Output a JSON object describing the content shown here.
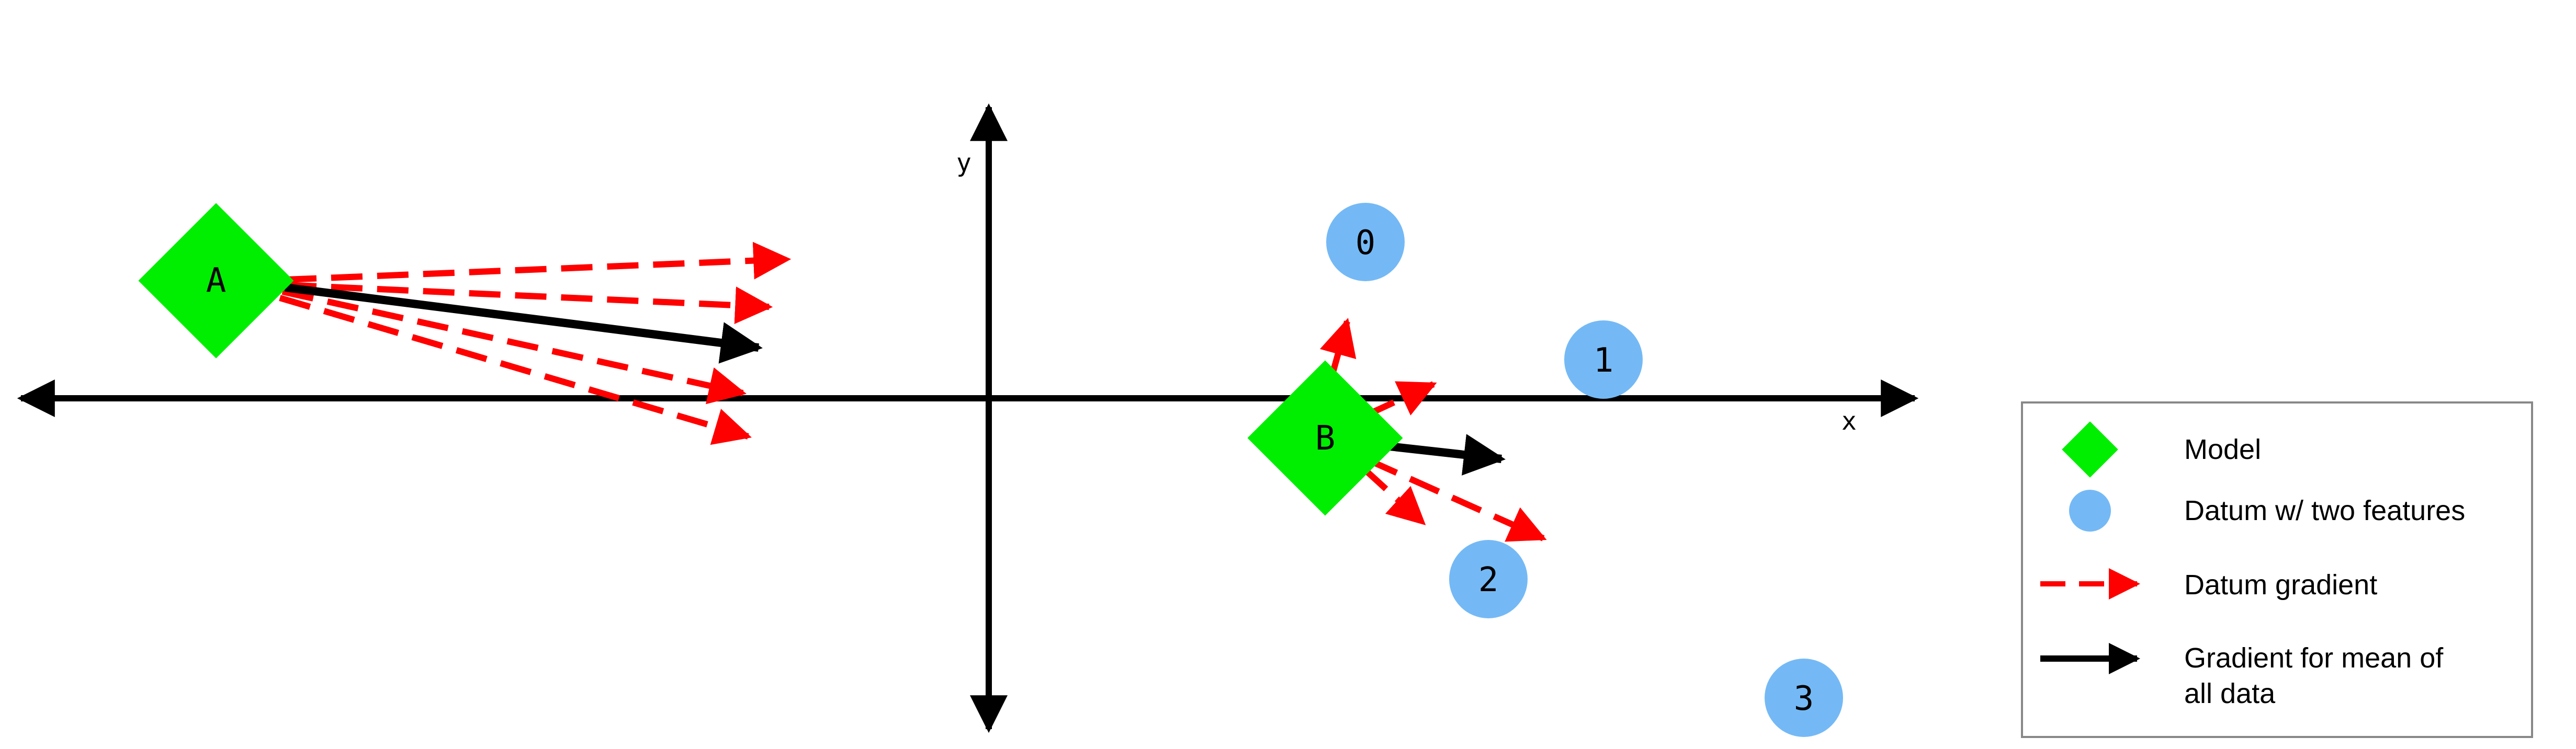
{
  "axes": {
    "x_label": "x",
    "y_label": "y"
  },
  "models": [
    {
      "label": "A"
    },
    {
      "label": "B"
    }
  ],
  "data_points": [
    {
      "label": "0"
    },
    {
      "label": "1"
    },
    {
      "label": "2"
    },
    {
      "label": "3"
    }
  ],
  "legend": {
    "model": "Model",
    "datum": "Datum w/ two features",
    "datum_gradient": "Datum gradient",
    "mean_gradient_line1": "Gradient for mean of",
    "mean_gradient_line2": "all data"
  },
  "colors": {
    "model": "#00ee00",
    "datum": "#74b9f5",
    "datum_gradient": "#ff0000",
    "mean_gradient": "#000000",
    "axis": "#000000",
    "legend_border": "#888888"
  }
}
